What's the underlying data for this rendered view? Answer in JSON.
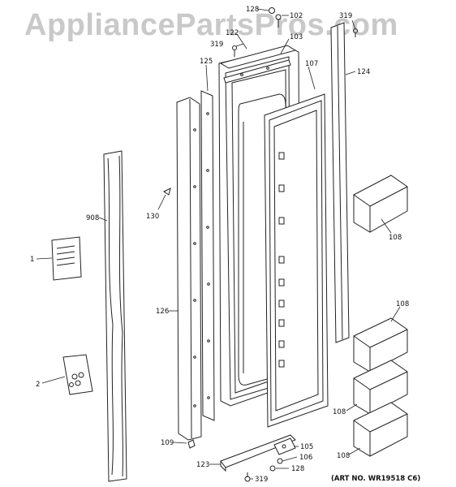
{
  "watermark": "AppliancePartsPros.com",
  "art_number": "(ART NO. WR19518 C6)",
  "callouts": {
    "c128_top": "128",
    "c102": "102",
    "c122": "122",
    "c319_top_left": "319",
    "c319_top_right": "319",
    "c103": "103",
    "c125": "125",
    "c107": "107",
    "c124": "124",
    "c130": "130",
    "c908": "908",
    "c1": "1",
    "c126": "126",
    "c2": "2",
    "c108_a": "108",
    "c108_b": "108",
    "c108_c": "108",
    "c108_d": "108",
    "c109": "109",
    "c105": "105",
    "c106": "106",
    "c123": "123",
    "c128_bottom": "128",
    "c319_bottom": "319"
  }
}
